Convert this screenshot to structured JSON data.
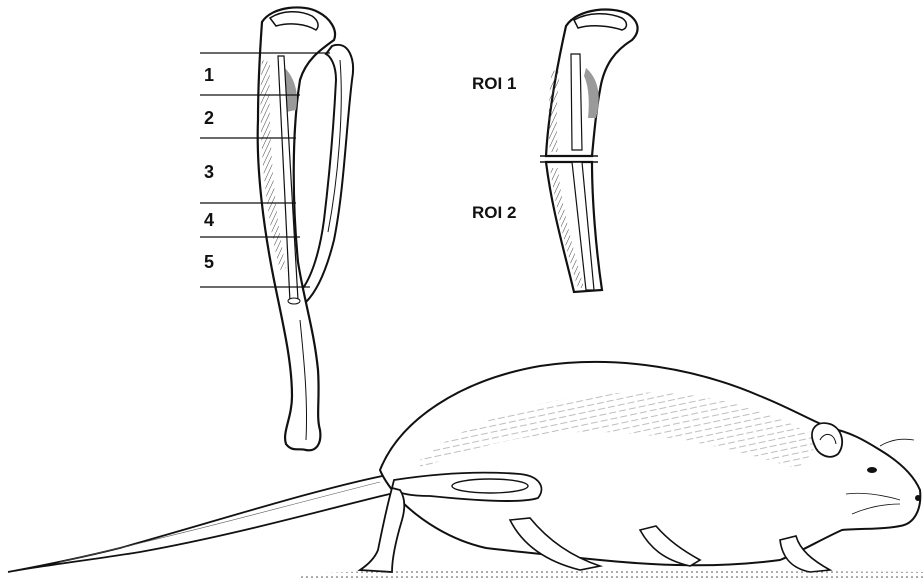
{
  "section_labels": [
    "1",
    "2",
    "3",
    "4",
    "5"
  ],
  "roi_labels": [
    "ROI 1",
    "ROI 2"
  ],
  "colors": {
    "ink": "#111111",
    "background": "#ffffff",
    "hatch": "#555555"
  }
}
